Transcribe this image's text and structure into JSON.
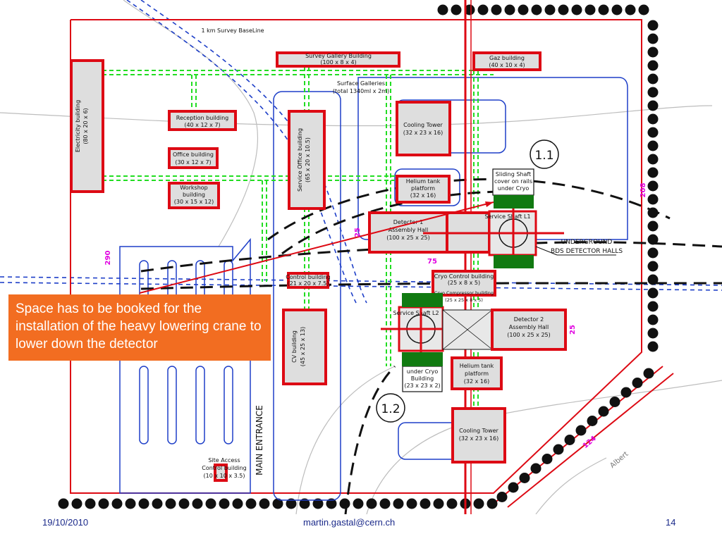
{
  "top_label": "1 km Survey BaseLine",
  "buildings": {
    "survey_gallery": [
      "Survey Gallery Building",
      "(100 x 8 x 4)"
    ],
    "gaz": [
      "Gaz building",
      "(40 x 10 x 4)"
    ],
    "surface_galleries": [
      "Surface Galleries",
      "(total 1340ml x 2m)"
    ],
    "electricity": [
      "Electricity building",
      "(80 x 20 x 6)"
    ],
    "reception": [
      "Reception building",
      "(40 x 12 x 7)"
    ],
    "office": [
      "Office building",
      "(30 x 12 x 7)"
    ],
    "workshop": [
      "Workshop",
      "building",
      "(30 x 15 x 12)"
    ],
    "service_office": [
      "Service Office building",
      "(65 x 20 x 10.5)"
    ],
    "cooling_tower_1": [
      "Cooling Tower",
      "(32 x 23 x 16)"
    ],
    "helium_tank_1": [
      "Helium tank",
      "platform",
      "(32 x 16)"
    ],
    "sliding_shaft": [
      "Sliding Shaft",
      "cover on rails",
      "under Cryo"
    ],
    "detector_1": [
      "Detector 1",
      "Assembly Hall",
      "(100 x 25 x 25)"
    ],
    "control": [
      "Control building",
      "(21 x 20 x 7.5)"
    ],
    "cryo_control": [
      "Cryo Control building",
      "(25 x 8 x 5)"
    ],
    "cryo_compressor": [
      "Cryo Compressor building",
      "(25 x 25 x 8 x 5)"
    ],
    "cv": [
      "CV building",
      "(45 x 25 x 13)"
    ],
    "detector_2": [
      "Detector 2",
      "Assembly Hall",
      "(100 x 25 x 25)"
    ],
    "under_cryo": [
      "under Cryo",
      "Building",
      "(23 x 23 x 2)"
    ],
    "helium_tank_2": [
      "Helium tank",
      "platform",
      "(32 x 16)"
    ],
    "cooling_tower_2": [
      "Cooling Tower",
      "(32 x 23 x 16)"
    ],
    "site_access": [
      "Site Access",
      "Control building",
      "(10 x 10 x 3.5)"
    ]
  },
  "service_shaft_1": "Service Shaft L1",
  "service_shaft_2": "Service Shaft L2",
  "underground": [
    "UNDERGROUND",
    "BDS DETECTOR HALLS"
  ],
  "main_entrance": "MAIN ENTRANCE",
  "road_label": "Albert",
  "markers": {
    "m1": "1.1",
    "m2": "1.2"
  },
  "dimensions": {
    "d290": "290",
    "d208": "208",
    "d25a": "25",
    "d25b": "25",
    "d75": "75",
    "d124": "124"
  },
  "callout": "Space has to be booked for the installation of the heavy lowering crane to lower down the detector",
  "footer": {
    "date": "19/10/2010",
    "email": "martin.gastal@cern.ch",
    "page": "14"
  },
  "colors": {
    "building_outline": "#dd0a14",
    "galleries": "#22dd22",
    "roads": "#1e3fc8",
    "callout_bg": "#f26d21",
    "crane_pad": "#117a11"
  }
}
